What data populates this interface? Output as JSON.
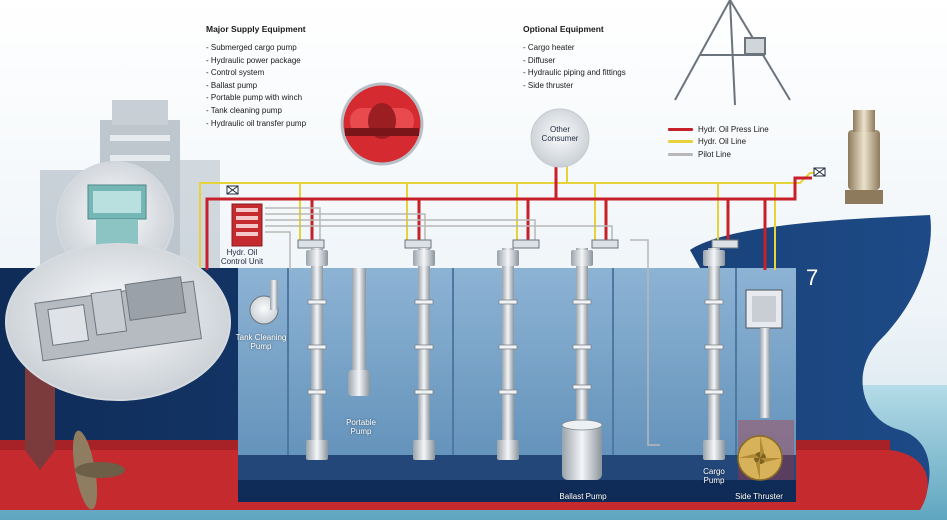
{
  "major": {
    "title": "Major Supply Equipment",
    "items": [
      "- Submerged cargo pump",
      "- Hydraulic power package",
      "- Control system",
      "- Ballast pump",
      "- Portable pump with winch",
      "- Tank cleaning pump",
      "- Hydraulic oil transfer pump"
    ]
  },
  "optional": {
    "title": "Optional Equipment",
    "items": [
      "- Cargo heater",
      "- Diffuser",
      "- Hydraulic piping and fittings",
      "- Side thruster"
    ]
  },
  "legend": [
    {
      "label": "Hydr. Oil Press Line",
      "color": "#c8202a"
    },
    {
      "label": "Hydr. Oil Line",
      "color": "#e6d23a"
    },
    {
      "label": "Pilot Line",
      "color": "#b8b8b8"
    }
  ],
  "labels": {
    "other_consumer": "Other\nConsumer",
    "control_unit": "Hydr. Oil\nControl Unit",
    "tank_cleaning": "Tank Cleaning\nPump",
    "portable_pump": "Portable\nPump",
    "ballast_pump": "Ballast Pump",
    "cargo_pump": "Cargo\nPump",
    "side_thruster": "Side Thruster"
  },
  "colors": {
    "hull": "#10305e",
    "antifouling": "#c42a2e",
    "tank": "#7ea6c9",
    "sky": "#dbe8f2",
    "sea": "#8fc6d8"
  }
}
